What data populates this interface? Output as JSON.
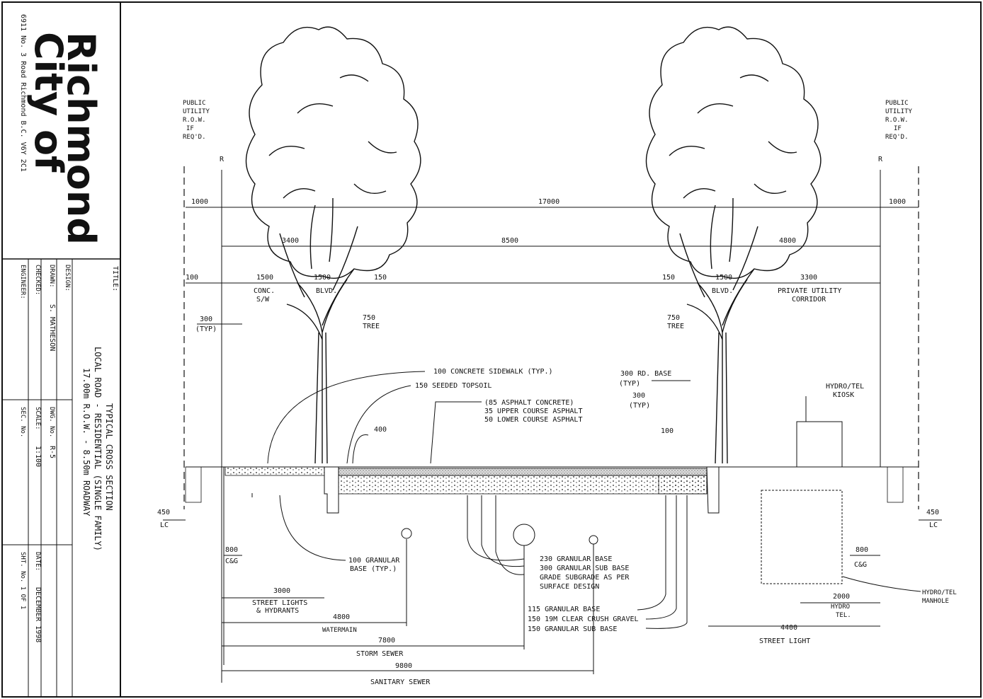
{
  "title_block": {
    "org_address": "6911 No. 3 Road Richmond B.C. V6Y 2C1",
    "logo_text": [
      "City of",
      "Richmond"
    ],
    "title_label": "TITLE:",
    "title_lines": [
      "TYPICAL CROSS SECTION",
      "LOCAL ROAD - RESIDENTIAL (SINGLE FAMILY)",
      "17.00m R.O.W. - 8.50m ROADWAY"
    ],
    "design_label": "DESIGN:",
    "drawn_label": "DRAWN:",
    "drawn_value": "S. MATHESON",
    "checked_label": "CHECKED:",
    "engineer_label": "ENGINEER:",
    "dwg_label": "DWG. No.",
    "dwg_value": "R-5",
    "scale_label": "SCALE:",
    "scale_value": "1:100",
    "sec_label": "SEC. No.",
    "date_label": "DATE:",
    "date_value": "DECEMBER 1998",
    "sht_label": "SHT. No. 1 OF 1"
  },
  "labels": {
    "pu_left": [
      "PUBLIC",
      "UTILITY",
      "R.O.W.",
      "IF",
      "REQ'D."
    ],
    "pu_right": [
      "PUBLIC",
      "UTILITY",
      "R.O.W.",
      "IF",
      "REQ'D."
    ],
    "pl_left": "R",
    "pl_right": "R",
    "d1000_left": "1000",
    "d17000": "17000",
    "d1000_right": "1000",
    "d3400": "3400",
    "d8500": "8500",
    "d4800": "4800",
    "d100": "100",
    "d1500_a": "1500",
    "d1500_b": "1500",
    "d150_a": "150",
    "d150_b": "150",
    "d1500_c": "1500",
    "d3300": "3300",
    "conc_sw": [
      "CONC.",
      "S/W"
    ],
    "blvd_left": "BLVD.",
    "blvd_right": "BLVD.",
    "private_utility": [
      "PRIVATE UTILITY",
      "CORRIDOR"
    ],
    "d300_typ": [
      "300",
      "(TYP)"
    ],
    "d750_tree_left": [
      "750",
      "TREE"
    ],
    "d750_tree_right": [
      "750",
      "TREE"
    ],
    "sidewalk_note": "100 CONCRETE SIDEWALK (TYP.)",
    "topsoil_note": "150 SEEDED TOPSOIL",
    "asphalt_note": [
      "(85 ASPHALT CONCRETE)",
      "35 UPPER COURSE ASPHALT",
      "50 LOWER COURSE ASPHALT"
    ],
    "rd_base": [
      "300 RD. BASE",
      "(TYP)"
    ],
    "d300_typ_b": [
      "300",
      "(TYP)"
    ],
    "d400": "400",
    "d100_b": "100",
    "hydro_kiosk": [
      "HYDRO/TEL",
      "KIOSK"
    ],
    "d450_left": [
      "450",
      "LC"
    ],
    "d450_right": [
      "450",
      "LC"
    ],
    "d800_left": [
      "800",
      "C&G"
    ],
    "d800_right": [
      "800",
      "C&G"
    ],
    "granular_base_typ": [
      "100 GRANULAR",
      "BASE (TYP.)"
    ],
    "road_layers": [
      "230 GRANULAR BASE",
      "300 GRANULAR SUB BASE",
      "GRADE SUBGRADE AS PER",
      "SURFACE DESIGN"
    ],
    "sw_layers": [
      "115 GRANULAR BASE",
      "150 19M CLEAR CRUSH GRAVEL",
      "150 GRANULAR SUB BASE"
    ],
    "d3000": "3000",
    "street_lights": [
      "STREET LIGHTS",
      "& HYDRANTS"
    ],
    "d4800_wm": "4800",
    "watermain": "WATERMAIN",
    "d7800": "7800",
    "storm_sewer": "STORM SEWER",
    "d9800": "9800",
    "sanitary_sewer": "SANITARY SEWER",
    "d2000": "2000",
    "hydro_tel": [
      "HYDRO",
      "TEL."
    ],
    "d4400": "4400",
    "street_light": "STREET LIGHT",
    "hydro_manhole": [
      "HYDRO/TEL",
      "MANHOLE"
    ]
  }
}
